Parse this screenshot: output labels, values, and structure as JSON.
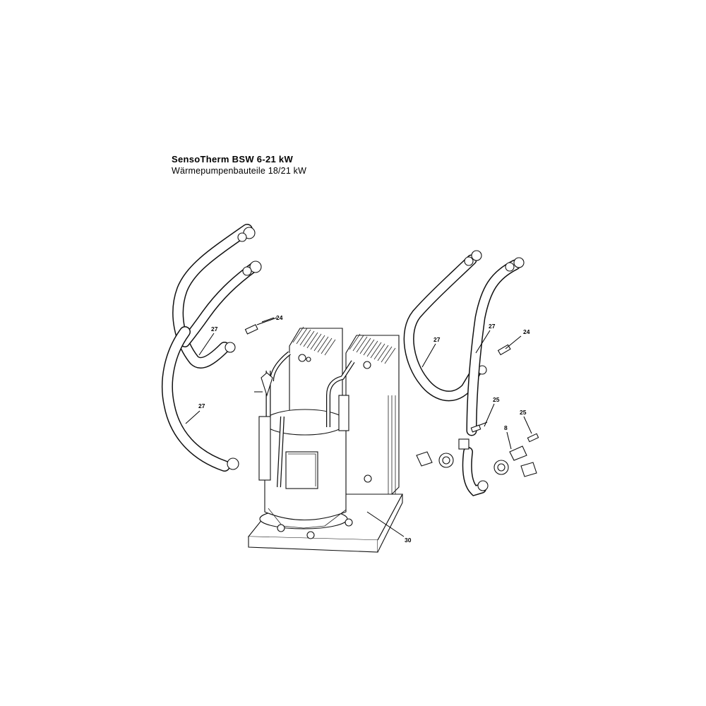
{
  "title": "SensoTherm BSW 6-21 kW",
  "subtitle": "Wärmepumpenbauteile 18/21 kW",
  "callouts": [
    {
      "id": "c1",
      "text": "24"
    },
    {
      "id": "c2",
      "text": "27"
    },
    {
      "id": "c3",
      "text": "27"
    },
    {
      "id": "c4",
      "text": "27"
    },
    {
      "id": "c5",
      "text": "27"
    },
    {
      "id": "c6",
      "text": "24"
    },
    {
      "id": "c7",
      "text": "25"
    },
    {
      "id": "c8",
      "text": "25"
    },
    {
      "id": "c9",
      "text": "8"
    },
    {
      "id": "c10",
      "text": "30"
    }
  ]
}
